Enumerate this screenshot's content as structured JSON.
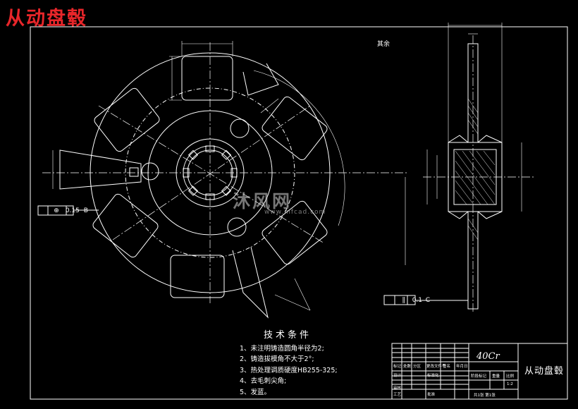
{
  "overlay_title": "从动盘毂",
  "roughness_note": "其余",
  "fcf_front": {
    "tolerance": "0.15",
    "datum": "B"
  },
  "fcf_side": {
    "tolerance": "0.1",
    "datum": "C"
  },
  "notes": {
    "heading": "技术条件",
    "items": [
      "1、未注明铸造圆角半径为2;",
      "2、铸造拔模角不大于2°;",
      "3、热处理调质硬度HB255-325;",
      "4、去毛刺尖角;",
      "5、发蓝。"
    ]
  },
  "title_block": {
    "material": "40Cr",
    "part_name": "从动盘毂",
    "scale": "1:2",
    "sheet": "共1张 第1张",
    "row_labels": [
      "标记",
      "处数",
      "分区",
      "更改文件号",
      "签名",
      "年月日"
    ],
    "designer": "设计",
    "standard": "标准化",
    "check": "审核",
    "process": "工艺",
    "approve": "批准",
    "stage_marks": "阶段标记",
    "weight": "重量",
    "ratio": "比例"
  },
  "watermark": {
    "text": "沐风网",
    "url": "www.mfcad.com"
  },
  "colors": {
    "background": "#000000",
    "lines": "#ffffff",
    "title": "#e8262a"
  }
}
